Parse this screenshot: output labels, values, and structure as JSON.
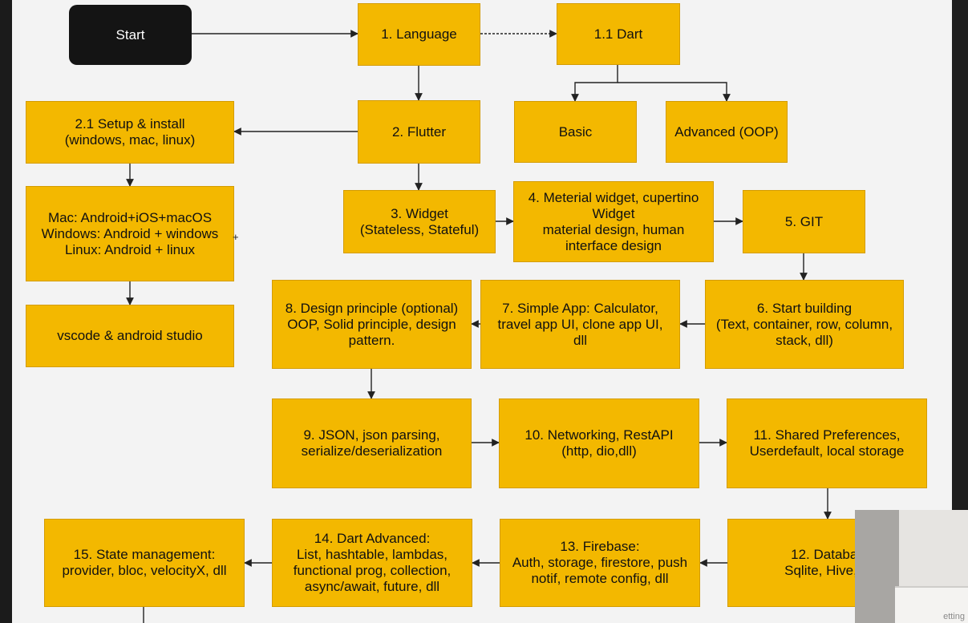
{
  "nodes": {
    "start": "Start",
    "n1": "1. Language",
    "n1_1": "1.1 Dart",
    "basic": "Basic",
    "advanced": "Advanced (OOP)",
    "n2": "2. Flutter",
    "n2_1": "2.1 Setup & install\n(windows, mac, linux)",
    "platforms": "Mac: Android+iOS+macOS\nWindows: Android + windows\nLinux: Android + linux",
    "vscode": "vscode & android studio",
    "n3": "3. Widget\n(Stateless, Stateful)",
    "n4": "4. Meterial widget, cupertino\nWidget\nmaterial design, human\ninterface design",
    "n5": "5. GIT",
    "n6": "6. Start building\n(Text, container, row, column,\nstack, dll)",
    "n7": "7. Simple App: Calculator,\ntravel app UI, clone app UI,\ndll",
    "n8": "8. Design principle (optional)\nOOP, Solid principle, design\npattern.",
    "n9": "9. JSON, json parsing,\nserialize/deserialization",
    "n10": "10. Networking, RestAPI\n(http, dio,dll)",
    "n11": "11. Shared Preferences,\nUserdefault, local storage",
    "n12": "12. Databas\nSqlite, Hive, N",
    "n13": "13. Firebase:\nAuth, storage, firestore, push\nnotif, remote config, dll",
    "n14": "14. Dart Advanced:\nList, hashtable, lambdas,\nfunctional prog, collection,\nasync/await, future, dll",
    "n15": "15. State management:\nprovider, bloc, velocityX, dll"
  },
  "webcam": {
    "caption": "etting"
  },
  "colors": {
    "box": "#f3b800",
    "start": "#141414",
    "arrow": "#222222",
    "background": "#f3f3f3"
  }
}
